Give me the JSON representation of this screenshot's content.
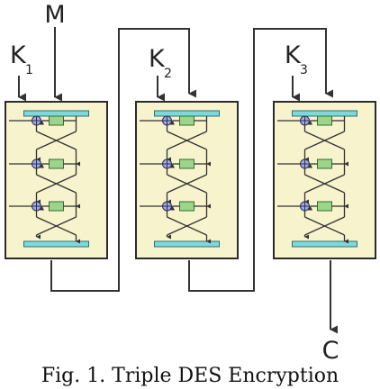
{
  "labels": {
    "message": "M",
    "ciphertext": "C",
    "keys": [
      {
        "main": "K",
        "sub": "1"
      },
      {
        "main": "K",
        "sub": "2"
      },
      {
        "main": "K",
        "sub": "3"
      }
    ]
  },
  "caption": "Fig. 1. Triple DES Encryption",
  "colors": {
    "block_fill": "#f7f3cc",
    "block_stroke": "#2b2b2b",
    "bar_fill": "#7fd9dc",
    "fbox_fill": "#9ad58a",
    "xor_fill": "#9aa6ff",
    "wire": "#333333"
  },
  "stages": 3,
  "rounds_per_stage": 3
}
